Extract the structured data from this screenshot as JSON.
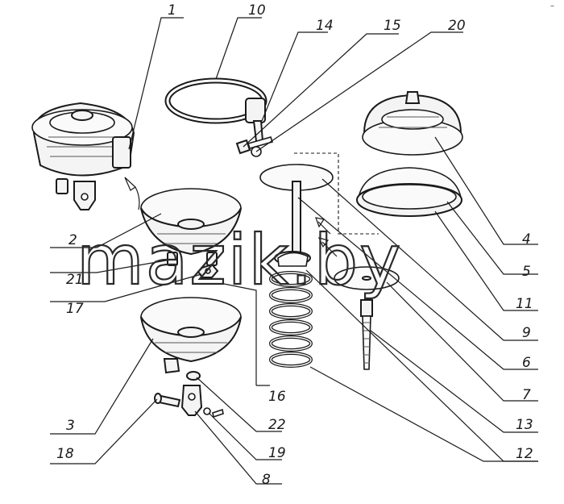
{
  "watermark": "mazik.by",
  "corner_mark": "–",
  "callouts": {
    "c1": "1",
    "c10": "10",
    "c14": "14",
    "c15": "15",
    "c20": "20",
    "c2": "2",
    "c21": "21",
    "c17": "17",
    "c3": "3",
    "c18": "18",
    "c16": "16",
    "c22": "22",
    "c19": "19",
    "c8": "8",
    "c4": "4",
    "c5": "5",
    "c11": "11",
    "c9": "9",
    "c6": "6",
    "c7": "7",
    "c13": "13",
    "c12": "12"
  }
}
